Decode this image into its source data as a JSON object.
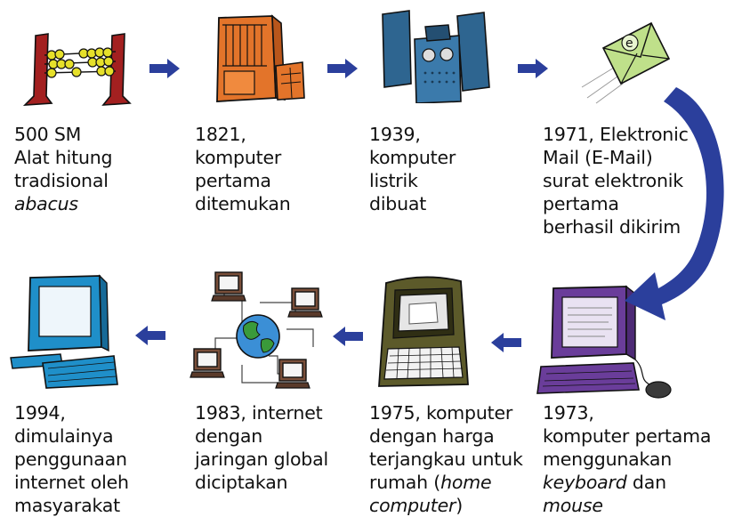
{
  "timeline": [
    {
      "id": "abacus",
      "icon": "abacus-icon",
      "lines": [
        {
          "t": "500 SM"
        },
        {
          "t": "Alat hitung"
        },
        {
          "t": "tradisional"
        },
        {
          "t": "abacus",
          "italic": true
        }
      ]
    },
    {
      "id": "computer-1821",
      "icon": "mechanical-computer-icon",
      "lines": [
        {
          "t": "1821,"
        },
        {
          "t": "komputer"
        },
        {
          "t": "pertama"
        },
        {
          "t": "ditemukan"
        }
      ]
    },
    {
      "id": "computer-1939",
      "icon": "electric-computer-icon",
      "lines": [
        {
          "t": "1939,"
        },
        {
          "t": "komputer"
        },
        {
          "t": "listrik"
        },
        {
          "t": "dibuat"
        }
      ]
    },
    {
      "id": "email-1971",
      "icon": "email-envelope-icon",
      "lines": [
        {
          "t": "1971, Elektronic"
        },
        {
          "t": "Mail (E-Mail)"
        },
        {
          "t": "surat elektronik"
        },
        {
          "t": "pertama"
        },
        {
          "t": "berhasil dikirim"
        }
      ]
    },
    {
      "id": "keyboard-1973",
      "icon": "keyboard-mouse-computer-icon",
      "lines": [
        {
          "t": "1973,"
        },
        {
          "t": "komputer pertama"
        },
        {
          "t": "menggunakan"
        },
        {
          "parts": [
            {
              "t": "keyboard",
              "italic": true
            },
            {
              "t": " dan"
            }
          ]
        },
        {
          "t": "mouse",
          "italic": true
        }
      ]
    },
    {
      "id": "home-1975",
      "icon": "home-computer-icon",
      "lines": [
        {
          "t": "1975, komputer"
        },
        {
          "t": "dengan harga"
        },
        {
          "t": "terjangkau untuk"
        },
        {
          "parts": [
            {
              "t": "rumah ("
            },
            {
              "t": "home",
              "italic": true
            }
          ]
        },
        {
          "parts": [
            {
              "t": "computer",
              "italic": true
            },
            {
              "t": ")"
            }
          ]
        }
      ]
    },
    {
      "id": "internet-1983",
      "icon": "global-network-icon",
      "lines": [
        {
          "t": "1983, internet"
        },
        {
          "t": "dengan"
        },
        {
          "t": "jaringan global"
        },
        {
          "t": "diciptakan"
        }
      ]
    },
    {
      "id": "public-1994",
      "icon": "desktop-computer-icon",
      "lines": [
        {
          "t": "1994,"
        },
        {
          "t": "dimulainya"
        },
        {
          "t": "penggunaan"
        },
        {
          "t": "internet oleh"
        },
        {
          "t": "masyarakat"
        }
      ]
    }
  ],
  "colors": {
    "arrow": "#2b3f9c",
    "abacus": "#a32020",
    "bead": "#e6e02a",
    "orange": "#e3742a",
    "blue_server": "#2e6590",
    "envelope": "#bfe08a",
    "purple": "#6a3d9a",
    "olive": "#5c5a2a",
    "teal": "#1f8fc9"
  }
}
